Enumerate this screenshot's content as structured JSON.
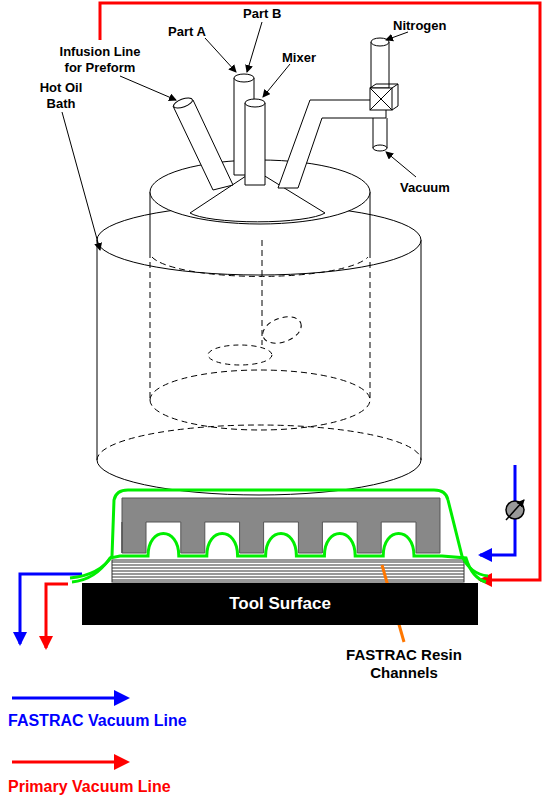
{
  "diagram": {
    "nodes": [
      {
        "text": [
          "Tool Surface"
        ]
      }
    ],
    "labels": [
      "Infusion Line for Preform",
      "Part A",
      "Part B",
      "Mixer",
      "Nitrogen",
      "Vacuum",
      "Hot Oil Bath",
      "FASTRAC Resin Channels"
    ],
    "legend": [
      {
        "text": "FASTRAC Vacuum Line",
        "color": "#0000ff"
      },
      {
        "text": "Primary Vacuum Line",
        "color": "#ff0000"
      }
    ]
  }
}
